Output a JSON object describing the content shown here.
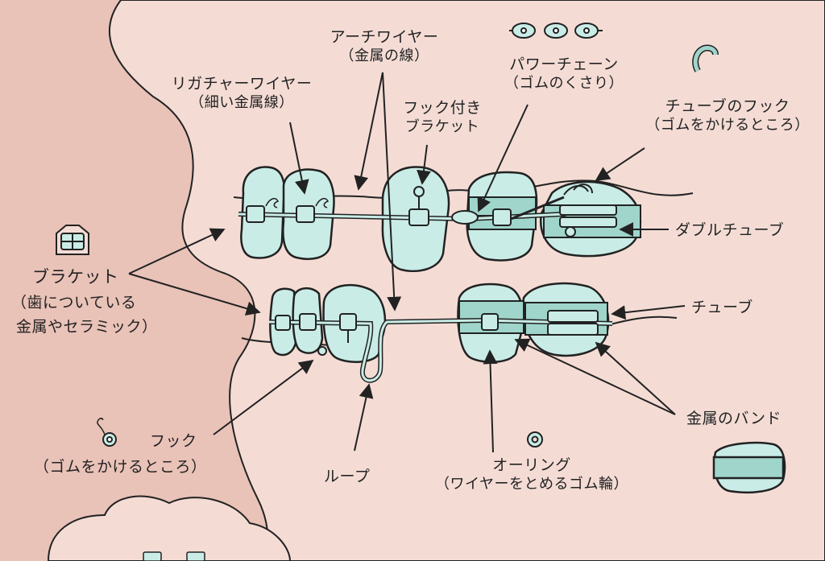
{
  "colors": {
    "background": "#e9c2b8",
    "paper": "#f4dcd5",
    "tooth": "#c9ece6",
    "band": "#9fd5cb",
    "outline": "#222222"
  },
  "labels": {
    "arch_wire": {
      "title": "アーチワイヤー",
      "sub": "（金属の線）"
    },
    "ligature_wire": {
      "title": "リガチャーワイヤー",
      "sub": "（細い金属線）"
    },
    "power_chain": {
      "title": "パワーチェーン",
      "sub": "（ゴムのくさり）"
    },
    "hook_bracket": {
      "title": "フック付き",
      "sub": "ブラケット"
    },
    "tube_hook": {
      "title": "チューブのフック",
      "sub": "（ゴムをかけるところ）"
    },
    "double_tube": {
      "title": "ダブルチューブ"
    },
    "bracket": {
      "title": "ブラケット",
      "sub1": "（歯についている",
      "sub2": "金属やセラミック）"
    },
    "tube": {
      "title": "チューブ"
    },
    "metal_band": {
      "title": "金属のバンド"
    },
    "hook": {
      "title": "フック",
      "sub": "（ゴムをかけるところ）"
    },
    "loop": {
      "title": "ループ"
    },
    "o_ring": {
      "title": "オーリング",
      "sub": "（ワイヤーをとめるゴム輪）"
    }
  },
  "icons": [
    "power-chain-icon",
    "tube-hook-icon",
    "bracket-icon",
    "hook-icon",
    "o-ring-icon",
    "band-icon"
  ]
}
